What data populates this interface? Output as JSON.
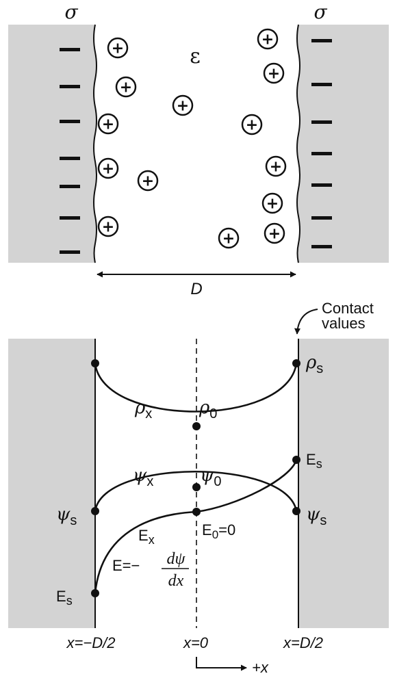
{
  "top_panel": {
    "sigma_left": "σ",
    "sigma_right": "σ",
    "epsilon": "ε",
    "plus_sign": "+",
    "minus_sign": "−",
    "separation_label": "D"
  },
  "bottom_panel": {
    "contact_values": [
      "Contact",
      "values"
    ],
    "rho_x": {
      "sym": "ρ",
      "sub": "x"
    },
    "rho_0": {
      "sym": "ρ",
      "sub": "0"
    },
    "rho_s": {
      "sym": "ρ",
      "sub": "s"
    },
    "psi_x": {
      "sym": "ψ",
      "sub": "x"
    },
    "psi_0": {
      "sym": "ψ",
      "sub": "0"
    },
    "psi_s_left": {
      "sym": "ψ",
      "sub": "s"
    },
    "psi_s_right": {
      "sym": "ψ",
      "sub": "s"
    },
    "E_x": {
      "sym": "E",
      "sub": "x"
    },
    "E_s_left": {
      "sym": "E",
      "sub": "s"
    },
    "E_s_right": {
      "sym": "E",
      "sub": "s"
    },
    "E_0": {
      "sym": "E",
      "sub": "0",
      "rest": "=0"
    },
    "field_eq": {
      "lhs": "E=−",
      "numerator": "dψ",
      "denominator": "dx"
    },
    "x_left": "x=−D/2",
    "x_center": "x=0",
    "x_right": "x=D/2",
    "plus_x": "+x"
  },
  "colors": {
    "surface_gray": "#d3d3d3",
    "line": "#111111"
  }
}
